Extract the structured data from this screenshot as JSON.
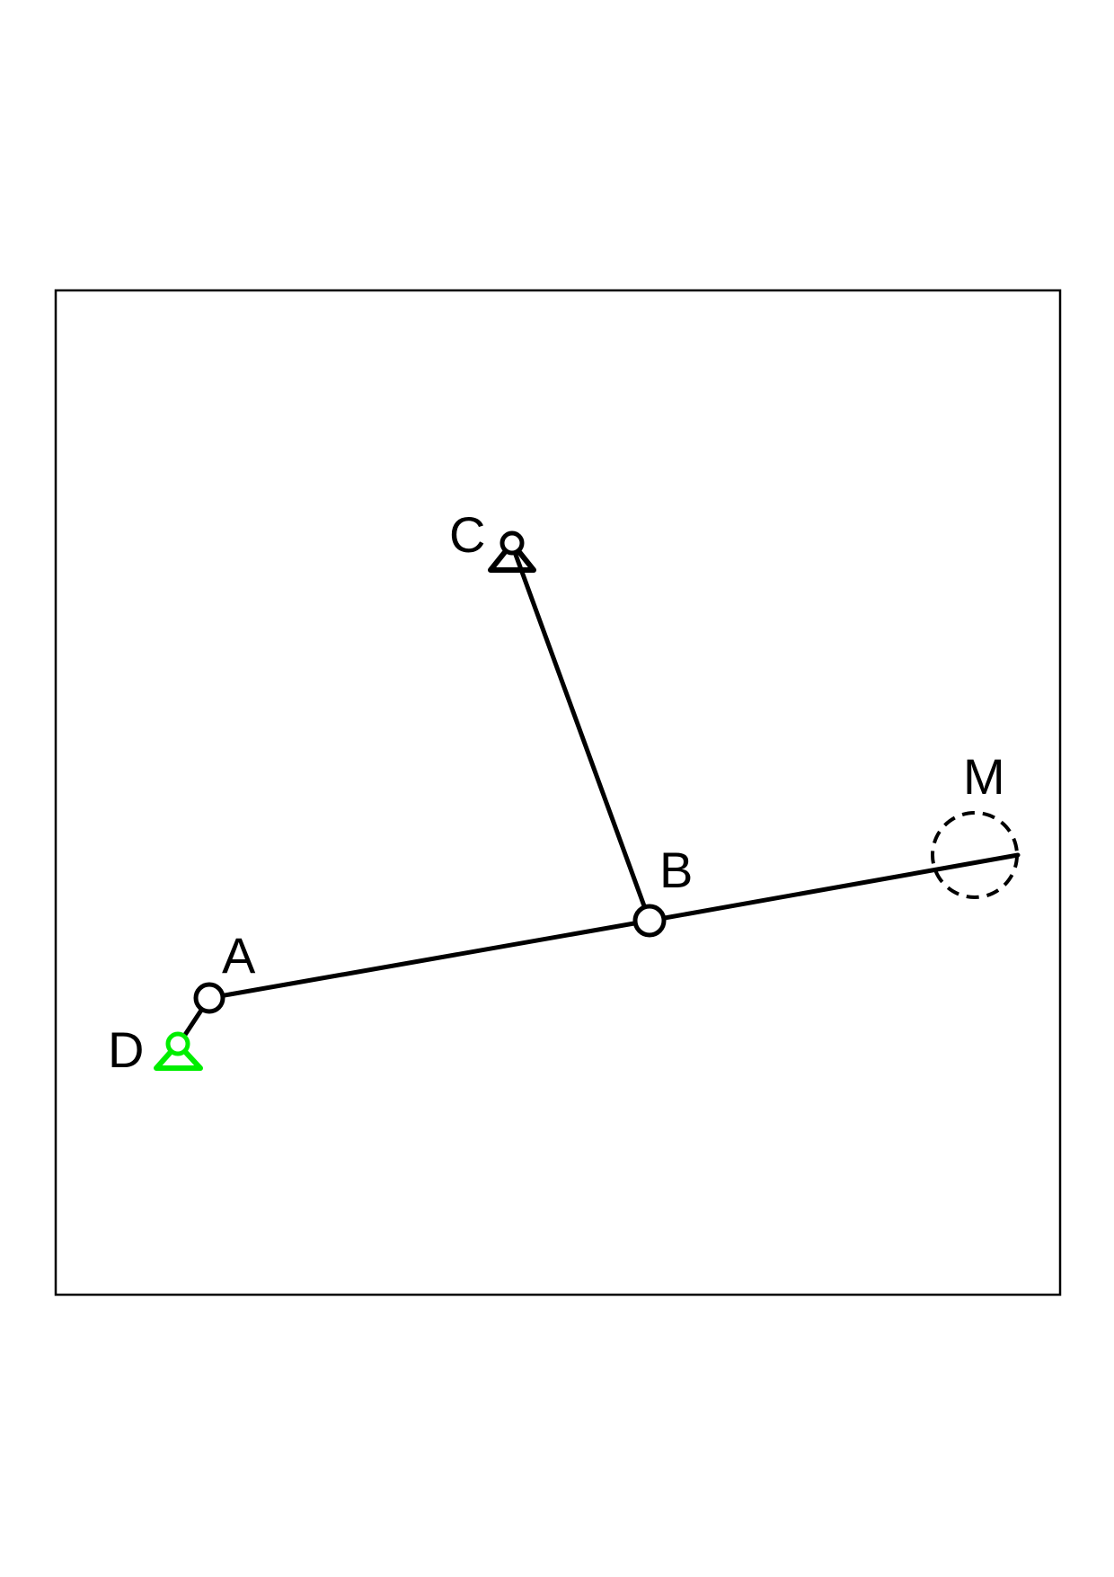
{
  "diagram": {
    "labels": {
      "A": "A",
      "B": "B",
      "C": "C",
      "D": "D",
      "M": "M"
    },
    "colors": {
      "line": "#000000",
      "fixed_support_C": "#000000",
      "fixed_support_D": "#00ee00",
      "background": "#ffffff"
    },
    "elements": {
      "links": [
        "D-A",
        "A-B",
        "B-M",
        "C-B"
      ],
      "fixed_supports": [
        "C",
        "D"
      ],
      "revolute_joints": [
        "A",
        "B"
      ],
      "traced_point": "M"
    }
  }
}
